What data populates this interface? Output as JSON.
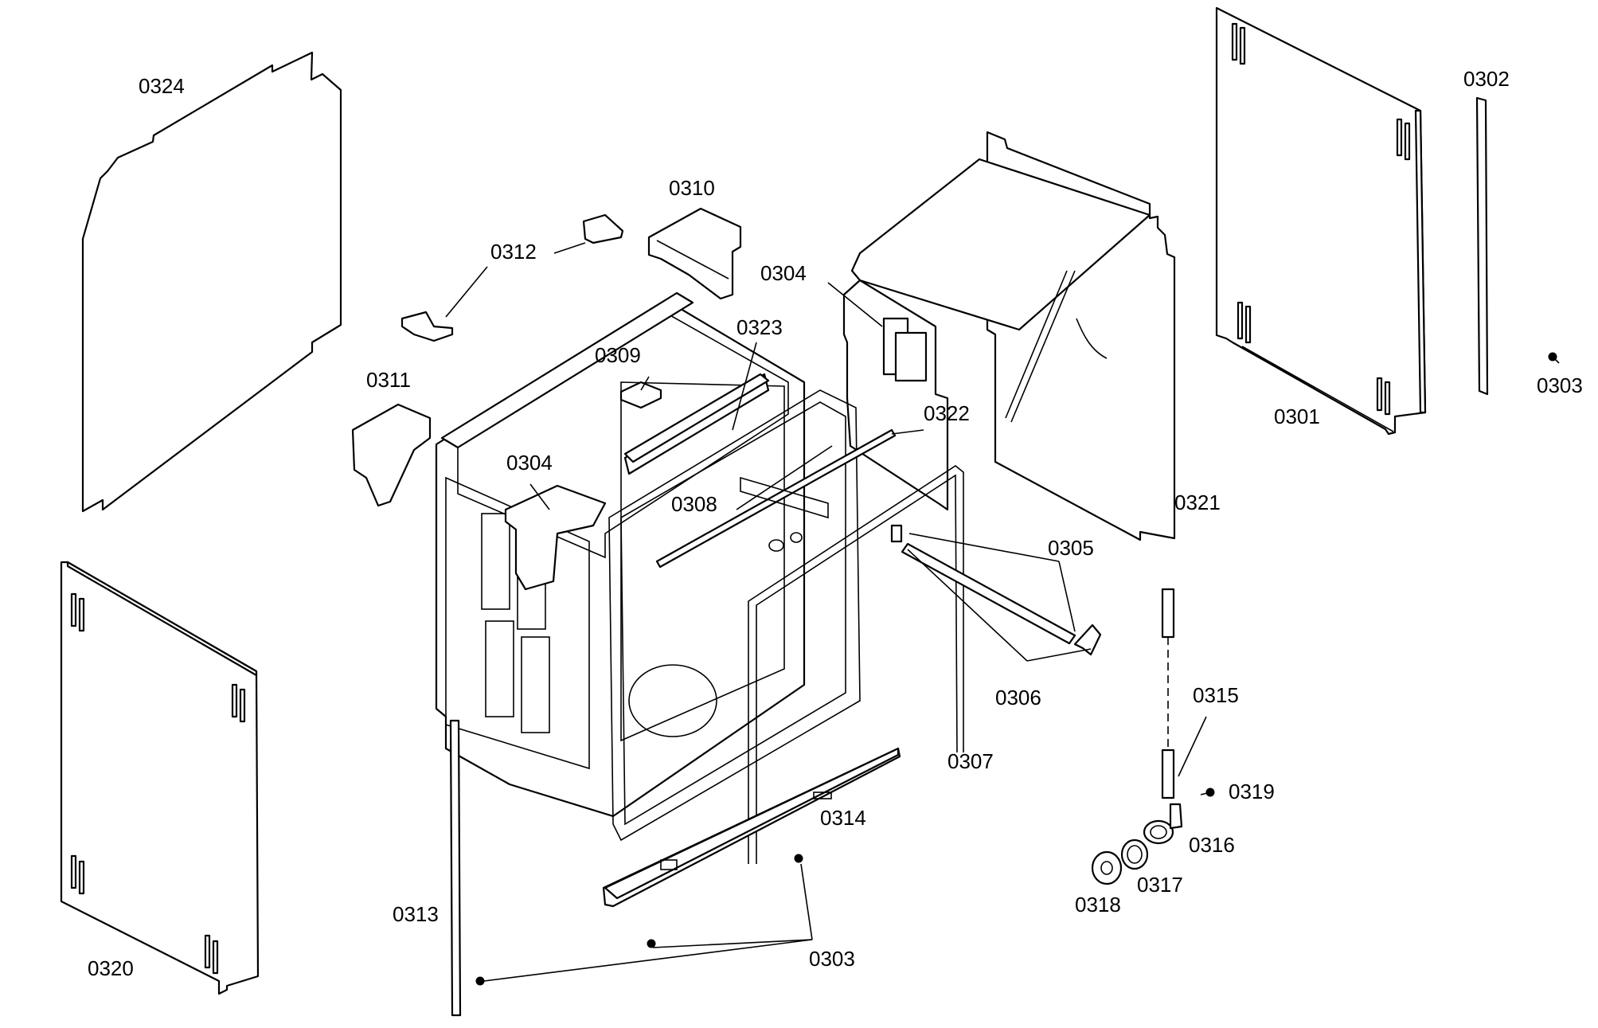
{
  "diagram": {
    "labels": {
      "p0324": "0324",
      "p0302": "0302",
      "p0310": "0310",
      "p0312": "0312",
      "p0304a": "0304",
      "p0323": "0323",
      "p0309": "0309",
      "p0311": "0311",
      "p0322": "0322",
      "p0303a": "0303",
      "p0301": "0301",
      "p0304b": "0304",
      "p0308": "0308",
      "p0321": "0321",
      "p0305": "0305",
      "p0306": "0306",
      "p0315": "0315",
      "p0307": "0307",
      "p0319": "0319",
      "p0314": "0314",
      "p0316": "0316",
      "p0317": "0317",
      "p0313": "0313",
      "p0318": "0318",
      "p0303b": "0303",
      "p0320": "0320"
    }
  }
}
